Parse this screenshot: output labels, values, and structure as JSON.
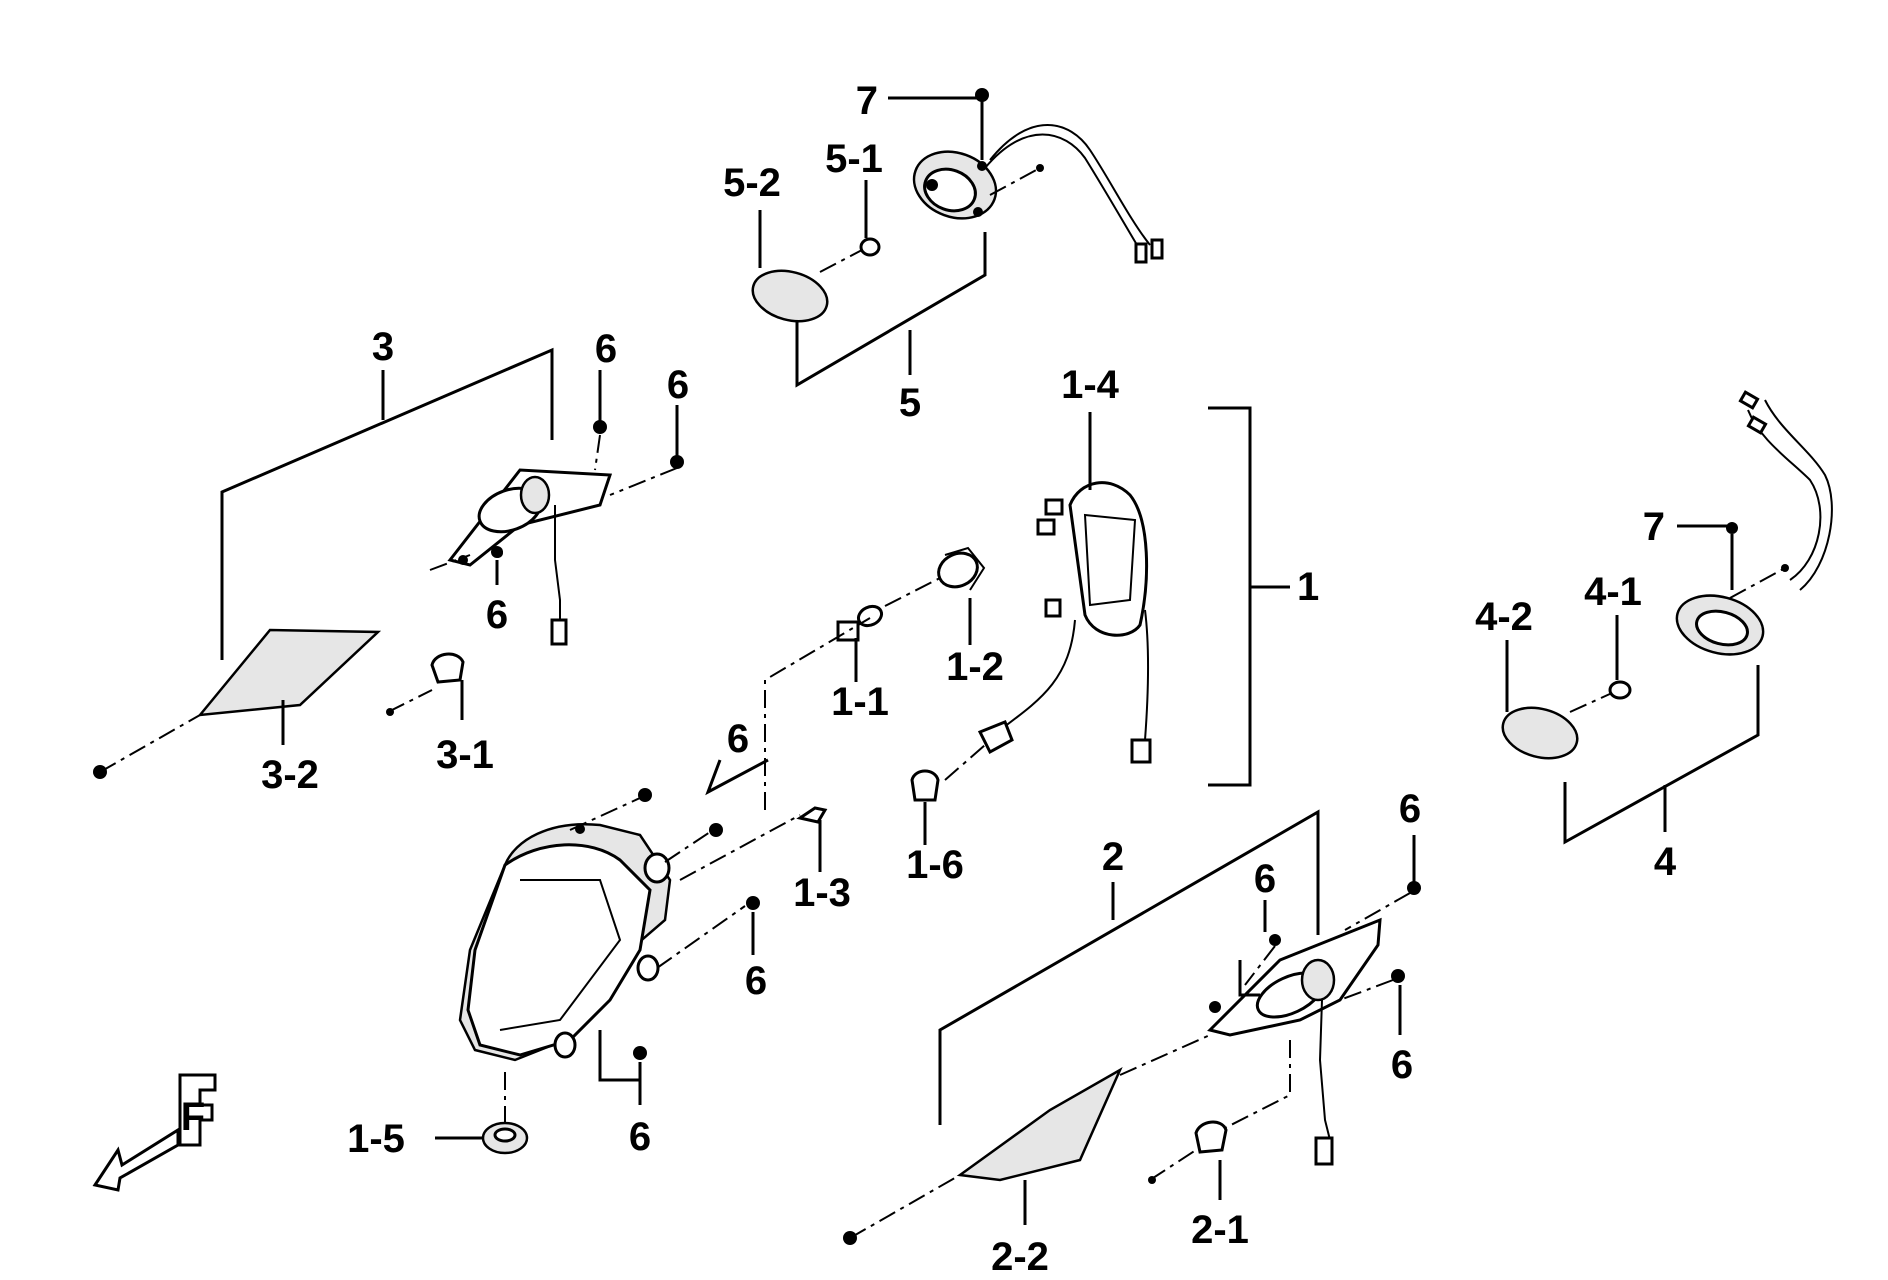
{
  "labels": {
    "l1": "1",
    "l1_1": "1-1",
    "l1_2": "1-2",
    "l1_3": "1-3",
    "l1_4": "1-4",
    "l1_5": "1-5",
    "l1_6": "1-6",
    "l2": "2",
    "l2_1": "2-1",
    "l2_2": "2-2",
    "l3": "3",
    "l3_1": "3-1",
    "l3_2": "3-2",
    "l4": "4",
    "l4_1": "4-1",
    "l4_2": "4-2",
    "l5": "5",
    "l5_1": "5-1",
    "l5_2": "5-2",
    "l6": "6",
    "l7": "7"
  },
  "front_marker": "F"
}
